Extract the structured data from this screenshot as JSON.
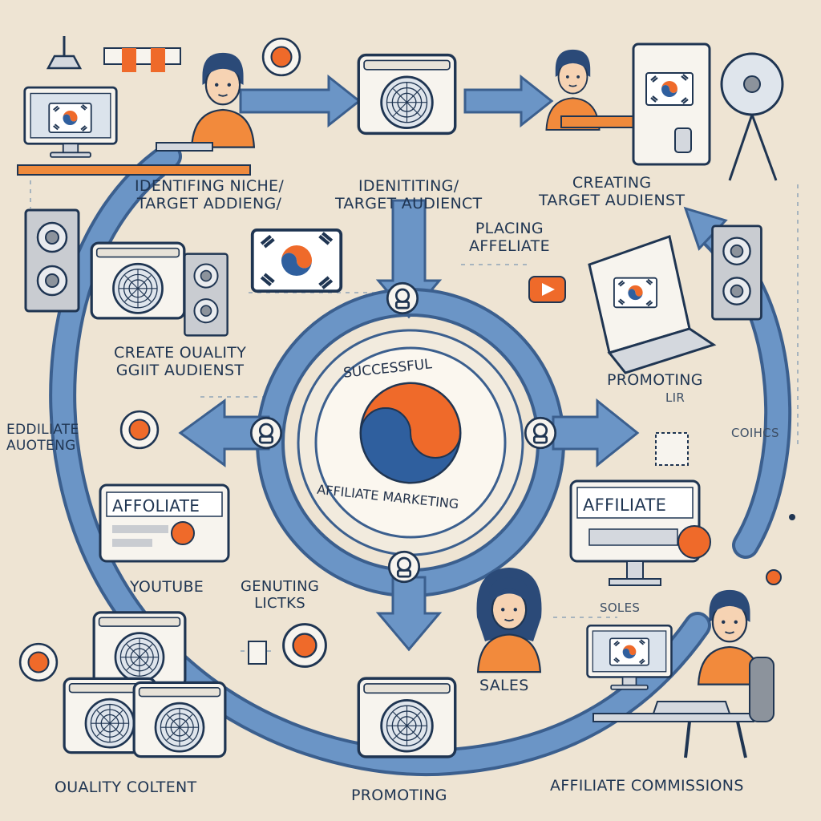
{
  "hub": {
    "top_text": "SUCCESSFUL",
    "bottom_text": "AFFILIATE MARKETING"
  },
  "labels": {
    "step1": "IDENTIFING NICHE/\nTARGET ADDIENG/",
    "step2": "IDENITITING/\nTARGET AUDIENCT",
    "step3": "CREATING\nTARGET AUDIENST",
    "placing": "PLACING\nAFFELIATE",
    "create_quality": "CREATE OUALITY\nGGIIT AUDIENST",
    "promoting_right": "PROMOTING",
    "links_right": "LIR",
    "edd_affiliate": "EDDILIATE\nAUOTENG",
    "coins": "COIHCS",
    "affoliate_card": "AFFOLIATE",
    "affiliate_card_right": "AFFILIATE",
    "youtube": "YOUTUBE",
    "generating": "GENUTING\nLICTKS",
    "soles": "SOLES",
    "sales": "SALES",
    "quality_content": "OUALITY  COLTENT",
    "promoting_bottom": "PROMOTING",
    "commissions": "AFFILIATE COMMISSIONS"
  },
  "colors": {
    "background": "#eee4d3",
    "arrow_blue": "#5b88bd",
    "arrow_outline": "#3b5f8e",
    "accent_orange": "#ef6a2a",
    "ink": "#1f3552"
  },
  "icons": [
    "ceiling-lamp-icon",
    "market-awning-icon",
    "korean-flag-icon",
    "air-conditioner-icon",
    "desk-fan-icon",
    "speaker-icon",
    "laptop-icon",
    "play-button-icon",
    "gear-icon",
    "computer-monitor-icon",
    "person-icon"
  ]
}
